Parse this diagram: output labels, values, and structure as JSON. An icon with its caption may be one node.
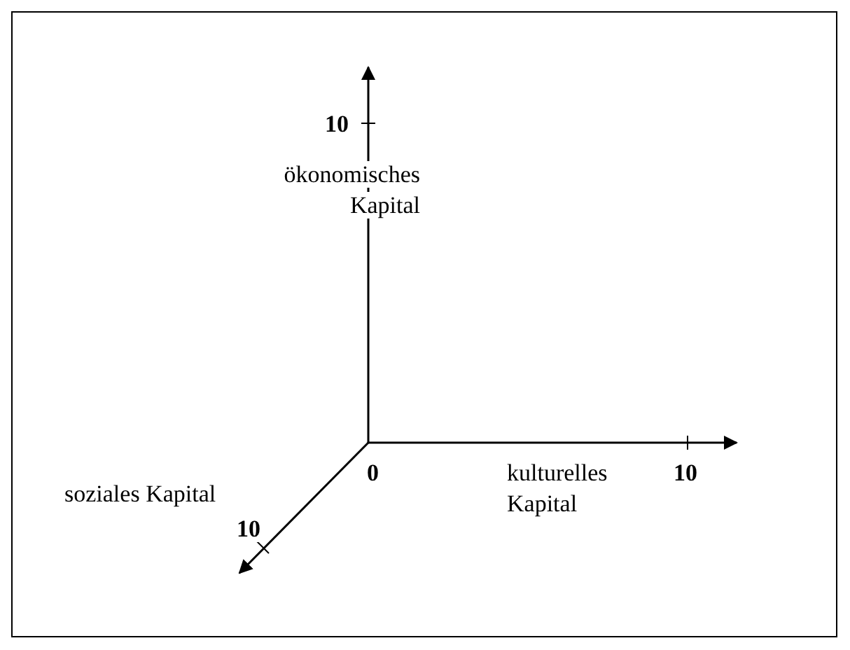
{
  "diagram": {
    "labels": [
      "10",
      "ökonomisches Kapital",
      "0",
      "kulturelles Kapital",
      "10",
      "soziales Kapital",
      "10"
    ]
  }
}
